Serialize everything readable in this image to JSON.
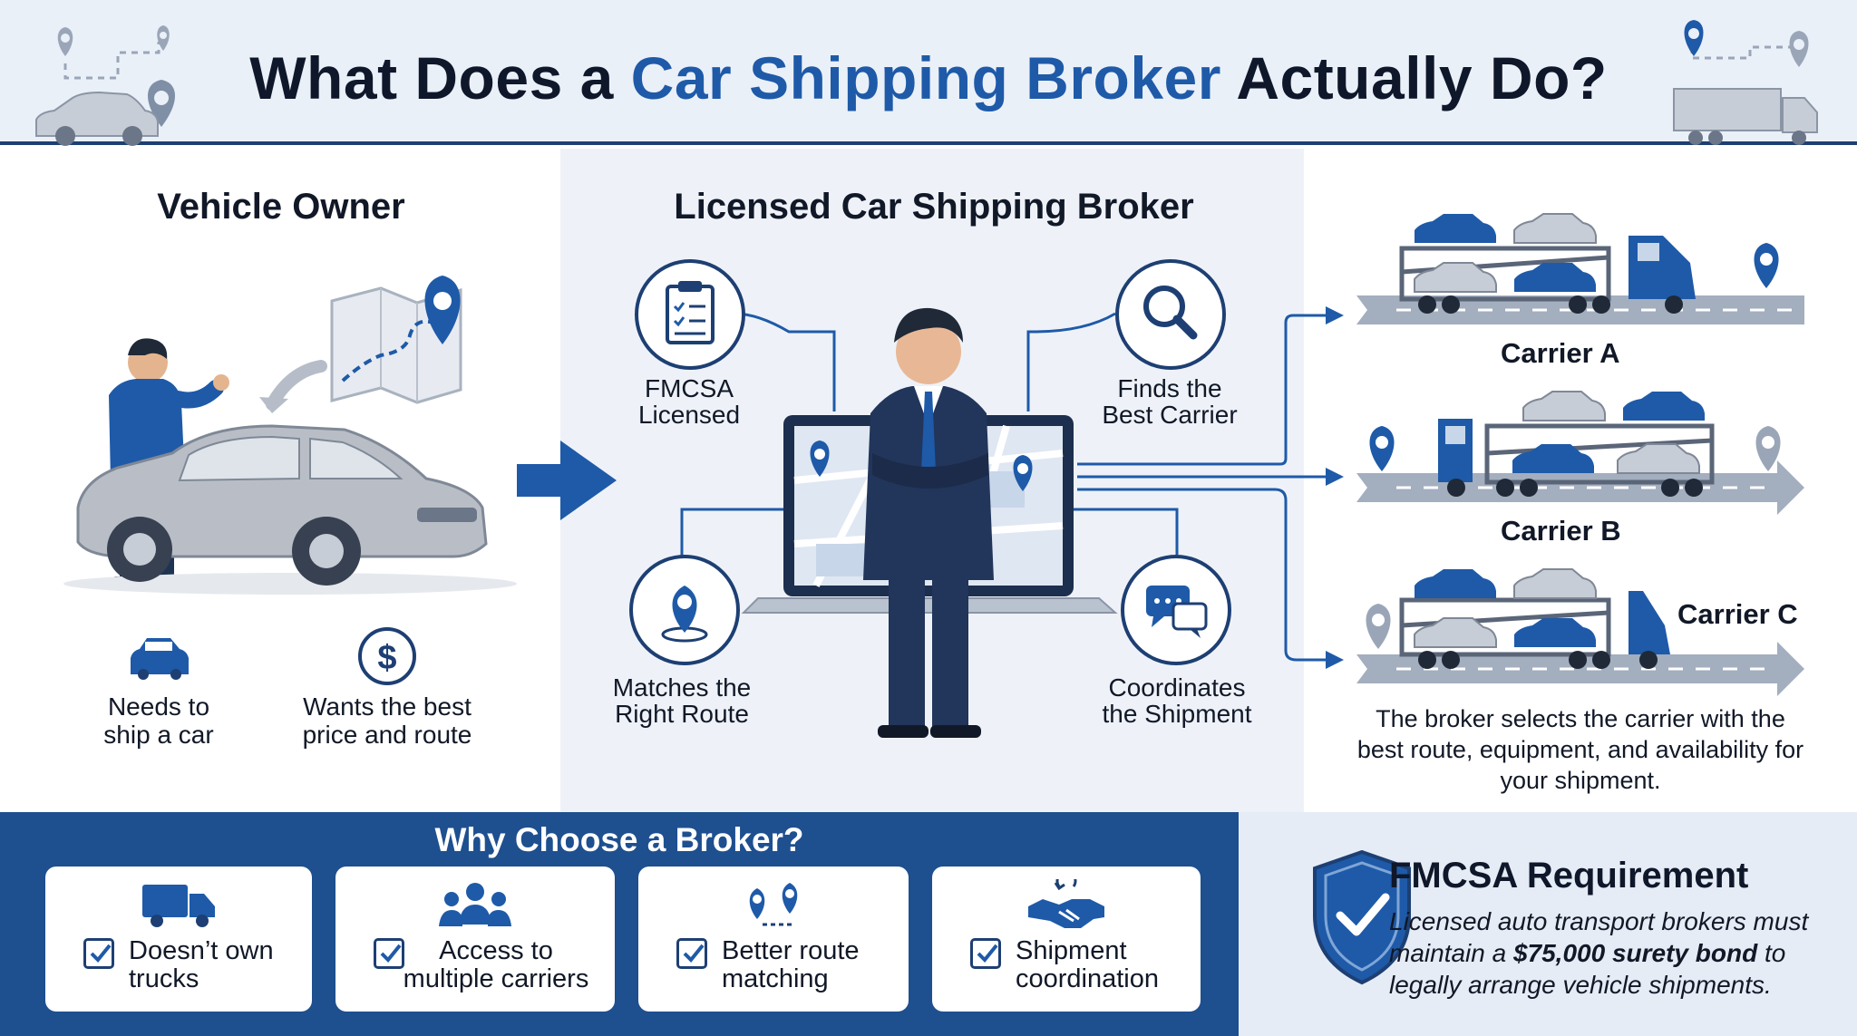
{
  "header": {
    "title_before": "What Does a ",
    "title_accent": "Car Shipping Broker",
    "title_after": " Actually Do?"
  },
  "owner": {
    "heading": "Vehicle Owner",
    "needs": [
      "Needs to",
      "ship a car"
    ],
    "wants": [
      "Wants the best",
      "price and route"
    ]
  },
  "broker": {
    "heading": "Licensed Car Shipping Broker",
    "features": {
      "fmcsa": [
        "FMCSA",
        "Licensed"
      ],
      "finds": [
        "Finds the",
        "Best Carrier"
      ],
      "route": [
        "Matches the",
        "Right Route"
      ],
      "coord": [
        "Coordinates",
        "the Shipment"
      ]
    }
  },
  "carriers": {
    "a": "Carrier A",
    "b": "Carrier B",
    "c": "Carrier C",
    "note": "The broker selects the carrier with the best route, equipment, and availability for your shipment."
  },
  "why": {
    "title": "Why Choose a Broker?",
    "cards": [
      {
        "icon": "truck-icon",
        "line1": "Doesn’t own",
        "line2": "trucks"
      },
      {
        "icon": "people-icon",
        "line1": "Access to",
        "line2": "multiple carriers"
      },
      {
        "icon": "route-pins-icon",
        "line1": "Better route",
        "line2": "matching"
      },
      {
        "icon": "handshake-icon",
        "line1": "Shipment",
        "line2": "coordination"
      }
    ]
  },
  "fmcsa": {
    "title": "FMCSA Requirement",
    "text_before": "Licensed auto transport brokers must maintain a ",
    "text_strong": "$75,000 surety bond",
    "text_after": " to legally arrange vehicle shipments."
  },
  "colors": {
    "navy": "#1d3f73",
    "accent_blue": "#1e5aa8",
    "panel_blue": "#1e4f8f",
    "gray_car": "#b9bec6"
  }
}
